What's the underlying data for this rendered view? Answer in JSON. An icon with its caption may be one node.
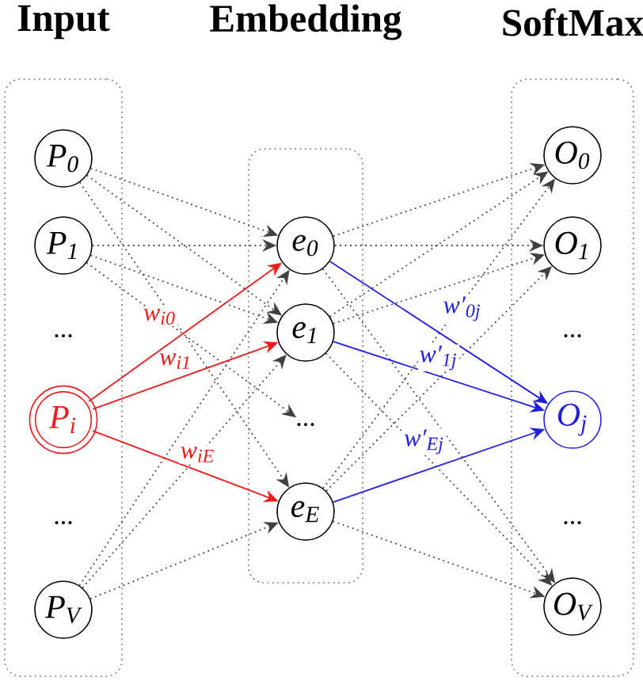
{
  "diagram": {
    "nodes": [
      {
        "text": [
          "Input"
        ]
      },
      {
        "text": [
          "P$_{0}$"
        ],
        "in": 0
      },
      {
        "text": [
          "P$_{1}$"
        ],
        "in": 0
      },
      {
        "text": [
          "..."
        ],
        "in": 0
      },
      {
        "text": [
          "P$_{i}$"
        ],
        "in": 0
      },
      {
        "text": [
          "..."
        ],
        "in": 0
      },
      {
        "text": [
          "P$_{V}$"
        ],
        "in": 0
      },
      {
        "text": [
          "Embedding"
        ]
      },
      {
        "text": [
          "e$_{0}$"
        ],
        "in": 7
      },
      {
        "text": [
          "e$_{1}$"
        ],
        "in": 7
      },
      {
        "text": [
          "..."
        ],
        "in": 7
      },
      {
        "text": [
          "e$_{E}$"
        ],
        "in": 7
      },
      {
        "text": [
          "SoftMax"
        ]
      },
      {
        "text": [
          "O$_{0}$"
        ],
        "in": 12
      },
      {
        "text": [
          "O$_{1}$"
        ],
        "in": 12
      },
      {
        "text": [
          "..."
        ],
        "in": 12
      },
      {
        "text": [
          "O$_{j}$"
        ],
        "in": 12
      },
      {
        "text": [
          "..."
        ],
        "in": 12
      },
      {
        "text": [
          "O$_{V}$"
        ],
        "in": 12
      }
    ],
    "edges": [
      {
        "from": 1,
        "to": 8,
        "arrow": "to",
        "style": "dashed"
      },
      {
        "from": 1,
        "to": 9,
        "arrow": "to",
        "style": "dashed"
      },
      {
        "from": 1,
        "to": 11,
        "arrow": "to",
        "style": "dashed"
      },
      {
        "from": 2,
        "to": 8,
        "arrow": "to",
        "style": "dashed"
      },
      {
        "from": 2,
        "to": 9,
        "arrow": "to",
        "style": "dashed"
      },
      {
        "from": 2,
        "to": 10,
        "arrow": "to",
        "style": "dashed"
      },
      {
        "from": 6,
        "to": 8,
        "arrow": "to",
        "style": "dashed"
      },
      {
        "from": 6,
        "to": 9,
        "arrow": "to",
        "style": "dashed"
      },
      {
        "from": 6,
        "to": 11,
        "arrow": "to",
        "style": "dashed"
      },
      {
        "from": 4,
        "to": 8,
        "arrow": "to",
        "label": "w$_{i0}$",
        "color": "#ee1c1c"
      },
      {
        "from": 4,
        "to": 9,
        "arrow": "to",
        "label": "w$_{i1}$",
        "color": "#ee1c1c"
      },
      {
        "from": 4,
        "to": 11,
        "arrow": "to",
        "label": "w$_{iE}$",
        "color": "#ee1c1c"
      },
      {
        "from": 8,
        "to": 13,
        "arrow": "to",
        "style": "dashed"
      },
      {
        "from": 8,
        "to": 14,
        "arrow": "to",
        "style": "dashed"
      },
      {
        "from": 8,
        "to": 18,
        "arrow": "to",
        "style": "dashed"
      },
      {
        "from": 9,
        "to": 13,
        "arrow": "to",
        "style": "dashed"
      },
      {
        "from": 9,
        "to": 14,
        "arrow": "to",
        "style": "dashed"
      },
      {
        "from": 9,
        "to": 18,
        "arrow": "to",
        "style": "dashed"
      },
      {
        "from": 11,
        "to": 13,
        "arrow": "to",
        "style": "dashed"
      },
      {
        "from": 11,
        "to": 14,
        "arrow": "to",
        "style": "dashed"
      },
      {
        "from": 11,
        "to": 18,
        "arrow": "to",
        "style": "dashed"
      },
      {
        "from": 8,
        "to": 16,
        "arrow": "to",
        "label": "w′$_{0j}$",
        "color": "#2020e0"
      },
      {
        "from": 9,
        "to": 16,
        "arrow": "to",
        "label": "w′$_{1j}$",
        "color": "#2020e0"
      },
      {
        "from": 11,
        "to": 16,
        "arrow": "to",
        "label": "w′$_{Ej}$",
        "color": "#2020e0"
      }
    ]
  }
}
